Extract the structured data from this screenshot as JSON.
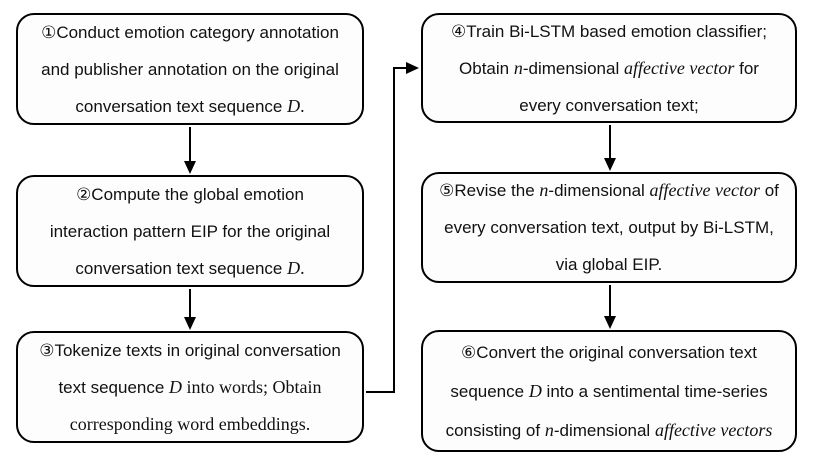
{
  "diagram": {
    "title": "Flowchart: building sentimental time-series from conversation text",
    "colors": {
      "background": "#ffffff",
      "box_fill": "#fdfdfd",
      "stroke": "#000000",
      "text": "#111111"
    },
    "boxes": [
      {
        "id": "step-1",
        "number": "①",
        "lines": [
          [
            {
              "t": "①Conduct emotion category annotation",
              "f": "sans"
            }
          ],
          [
            {
              "t": "and publisher annotation on the original",
              "f": "sans"
            }
          ],
          [
            {
              "t": "conversation text sequence ",
              "f": "sans"
            },
            {
              "t": "D",
              "f": "serif-italic"
            },
            {
              "t": ".",
              "f": "serif"
            }
          ]
        ]
      },
      {
        "id": "step-2",
        "number": "②",
        "lines": [
          [
            {
              "t": "②Compute the global emotion",
              "f": "sans"
            }
          ],
          [
            {
              "t": "interaction pattern EIP for the original",
              "f": "sans"
            }
          ],
          [
            {
              "t": "conversation text sequence ",
              "f": "sans"
            },
            {
              "t": "D",
              "f": "serif-italic"
            },
            {
              "t": ".",
              "f": "serif"
            }
          ]
        ]
      },
      {
        "id": "step-3",
        "number": "③",
        "lines": [
          [
            {
              "t": "③Tokenize texts in original conversation",
              "f": "sans"
            }
          ],
          [
            {
              "t": "text sequence ",
              "f": "sans"
            },
            {
              "t": "D",
              "f": "serif-italic"
            },
            {
              "t": " into words; Obtain",
              "f": "serif"
            }
          ],
          [
            {
              "t": "corresponding word embeddings.",
              "f": "serif"
            }
          ]
        ]
      },
      {
        "id": "step-4",
        "number": "④",
        "lines": [
          [
            {
              "t": "④Train Bi-LSTM based emotion classifier;",
              "f": "sans"
            }
          ],
          [
            {
              "t": "Obtain ",
              "f": "sans"
            },
            {
              "t": "n",
              "f": "serif-italic"
            },
            {
              "t": "-dimensional ",
              "f": "sans"
            },
            {
              "t": "affective vector",
              "f": "serif-italic"
            },
            {
              "t": " for",
              "f": "sans"
            }
          ],
          [
            {
              "t": "every conversation text;",
              "f": "sans"
            }
          ]
        ]
      },
      {
        "id": "step-5",
        "number": "⑤",
        "lines": [
          [
            {
              "t": "⑤Revise the ",
              "f": "sans"
            },
            {
              "t": "n",
              "f": "serif-italic"
            },
            {
              "t": "-dimensional ",
              "f": "sans"
            },
            {
              "t": "affective vector",
              "f": "serif-italic"
            },
            {
              "t": " of",
              "f": "sans"
            }
          ],
          [
            {
              "t": "every conversation text, output by Bi-LSTM,",
              "f": "sans"
            }
          ],
          [
            {
              "t": "via global EIP.",
              "f": "sans"
            }
          ]
        ]
      },
      {
        "id": "step-6",
        "number": "⑥",
        "lines": [
          [
            {
              "t": "⑥Convert the original conversation text",
              "f": "sans"
            }
          ],
          [
            {
              "t": "sequence ",
              "f": "sans"
            },
            {
              "t": "D",
              "f": "serif-italic"
            },
            {
              "t": " into a sentimental time-series",
              "f": "sans"
            }
          ],
          [
            {
              "t": "consisting of ",
              "f": "sans"
            },
            {
              "t": "n",
              "f": "serif-italic"
            },
            {
              "t": "-dimensional ",
              "f": "sans"
            },
            {
              "t": "affective vectors",
              "f": "serif-italic"
            }
          ]
        ]
      }
    ],
    "connections": [
      {
        "from": "step-1",
        "to": "step-2",
        "style": "straight-down-arrow"
      },
      {
        "from": "step-2",
        "to": "step-3",
        "style": "straight-down-arrow"
      },
      {
        "from": "step-3",
        "to": "step-4",
        "style": "elbow-right-up-right-arrow"
      },
      {
        "from": "step-4",
        "to": "step-5",
        "style": "straight-down-arrow"
      },
      {
        "from": "step-5",
        "to": "step-6",
        "style": "straight-down-arrow"
      }
    ]
  }
}
